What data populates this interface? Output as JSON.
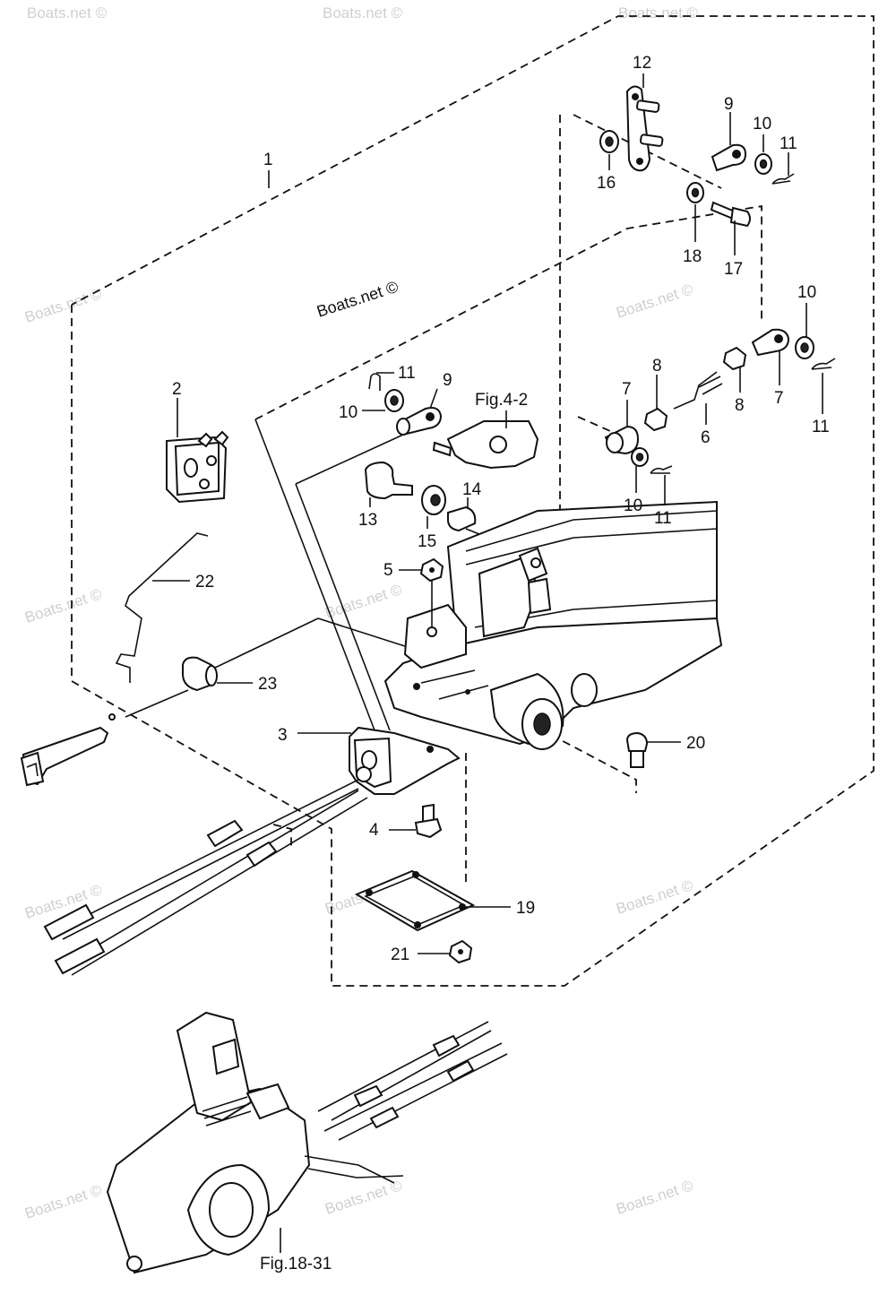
{
  "watermark": "Boats.net ©",
  "brand_label": "Boats.net ©",
  "figure_refs": {
    "fig_4_2": "Fig.4-2",
    "fig_18_31": "Fig.18-31"
  },
  "callouts": {
    "n1": "1",
    "n2": "2",
    "n3": "3",
    "n4": "4",
    "n5": "5",
    "n6": "6",
    "n7a": "7",
    "n7b": "7",
    "n8a": "8",
    "n8b": "8",
    "n9a": "9",
    "n9b": "9",
    "n10a": "10",
    "n10b": "10",
    "n10c": "10",
    "n10d": "10",
    "n11a": "11",
    "n11b": "11",
    "n11c": "11",
    "n11d": "11",
    "n12": "12",
    "n13": "13",
    "n14": "14",
    "n15": "15",
    "n16": "16",
    "n17": "17",
    "n18": "18",
    "n19": "19",
    "n20": "20",
    "n21": "21",
    "n22": "22",
    "n23": "23"
  }
}
